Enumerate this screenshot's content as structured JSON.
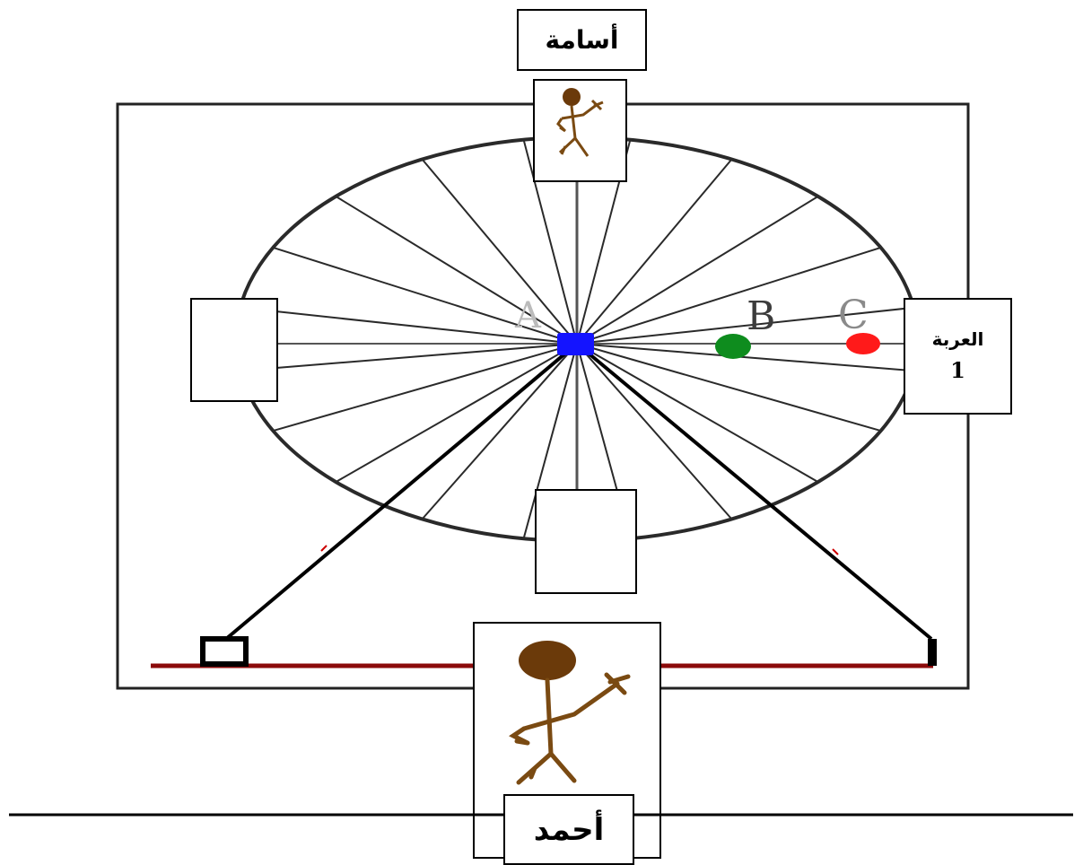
{
  "labels": {
    "top_person": "أسامة",
    "bottom_person": "أحمد",
    "cabin_name": "العربة",
    "cabin_number": "1",
    "point_a": "A",
    "point_b": "B",
    "point_c": "C"
  },
  "colors": {
    "hub": "#1414ff",
    "point_b": "#0e8c1e",
    "point_c": "#ff1a1a",
    "ground": "#8b0a0a",
    "figure": "#7a4a12",
    "figure_head": "#6b3a0a"
  }
}
